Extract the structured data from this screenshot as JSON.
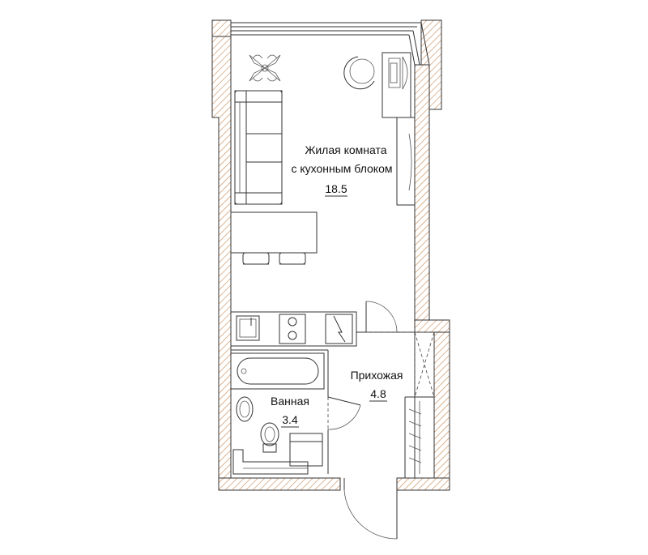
{
  "rooms": {
    "living": {
      "name_line1": "Жилая комната",
      "name_line2": "с кухонным блоком",
      "area": "18.5"
    },
    "bath": {
      "name": "Ванная",
      "area": "3.4"
    },
    "hall": {
      "name": "Прихожая",
      "area": "4.8"
    }
  },
  "colors": {
    "wall_line": "#333333",
    "hatch": "#c8864e",
    "background": "#ffffff"
  }
}
